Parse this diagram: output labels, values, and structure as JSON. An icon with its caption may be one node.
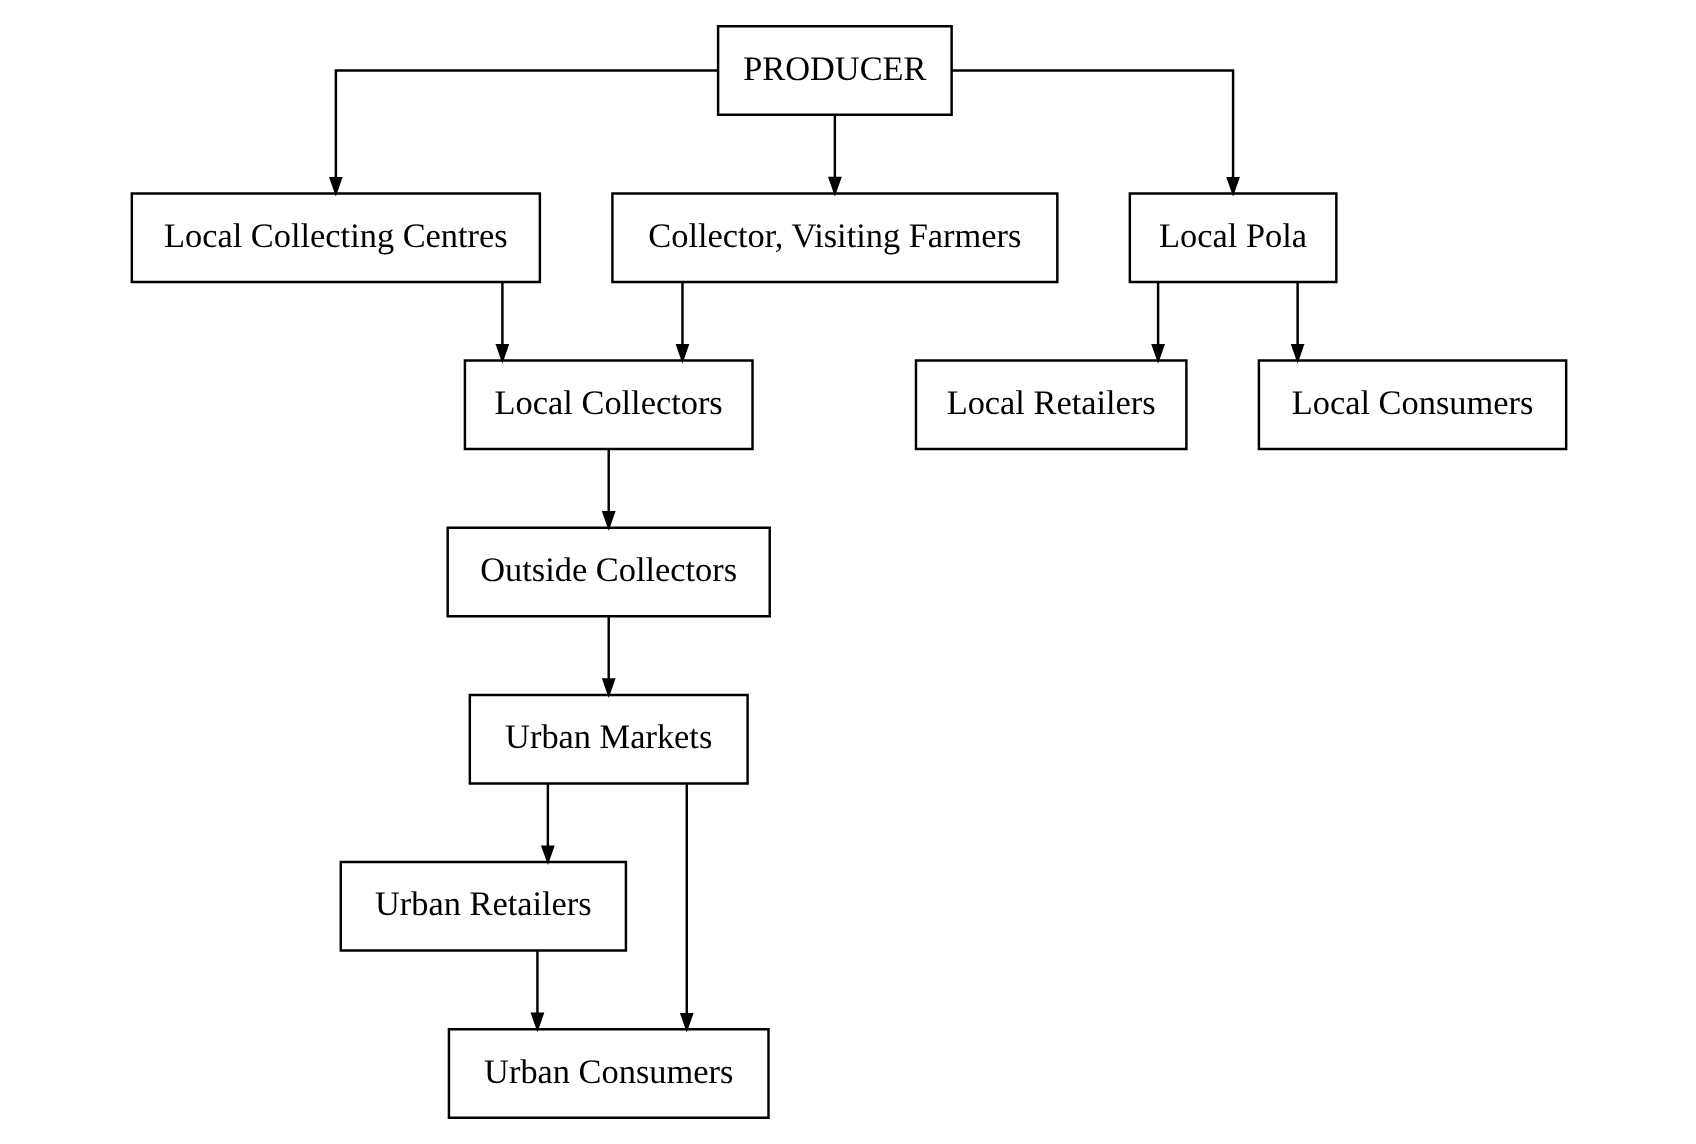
{
  "diagram": {
    "nodes": [
      {
        "text": [
          "PRODUCER"
        ]
      },
      {
        "text": [
          "Local Collecting Centres"
        ]
      },
      {
        "text": [
          "Collector, Visiting Farmers"
        ]
      },
      {
        "text": [
          "Local Pola"
        ]
      },
      {
        "text": [
          "Local Retailers"
        ]
      },
      {
        "text": [
          "Local Consumers"
        ]
      },
      {
        "text": [
          "Local Collectors"
        ]
      },
      {
        "text": [
          "Outside Collectors"
        ]
      },
      {
        "text": [
          "Urban Markets"
        ]
      },
      {
        "text": [
          "Urban Retailers"
        ]
      },
      {
        "text": [
          "Urban Consumers"
        ]
      }
    ],
    "edges": [
      {
        "from": 0,
        "to": 1,
        "arrow": "to"
      },
      {
        "from": 0,
        "to": 2,
        "arrow": "to"
      },
      {
        "from": 0,
        "to": 3,
        "arrow": "to"
      },
      {
        "from": 1,
        "to": 6,
        "arrow": "to"
      },
      {
        "from": 2,
        "to": 6,
        "arrow": "to"
      },
      {
        "from": 3,
        "to": 4,
        "arrow": "to"
      },
      {
        "from": 3,
        "to": 5,
        "arrow": "to"
      },
      {
        "from": 6,
        "to": 7,
        "arrow": "to"
      },
      {
        "from": 7,
        "to": 8,
        "arrow": "to"
      },
      {
        "from": 8,
        "to": 10,
        "arrow": "to"
      },
      {
        "from": 8,
        "to": 9,
        "arrow": "to"
      },
      {
        "from": 9,
        "to": 10,
        "arrow": "to"
      }
    ]
  }
}
